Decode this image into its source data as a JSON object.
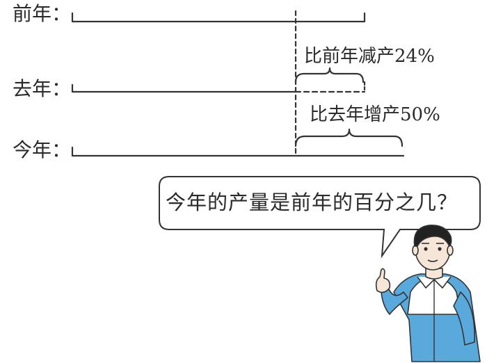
{
  "rows": [
    {
      "label": "前年："
    },
    {
      "label": "去年："
    },
    {
      "label": "今年："
    }
  ],
  "annotations": {
    "decrease": "比前年减产24%",
    "increase": "比去年增产50%"
  },
  "speech_bubble": {
    "text": "今年的产量是前年的百分之几？"
  },
  "colors": {
    "line": "#333333",
    "jacket": "#5aa9dc",
    "skin": "#f6e6d8"
  }
}
